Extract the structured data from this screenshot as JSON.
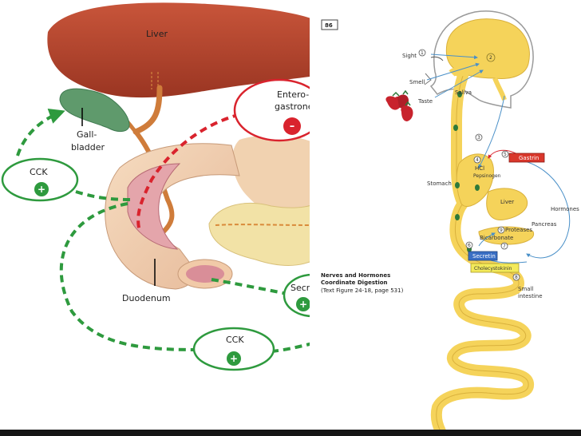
{
  "left_panel": {
    "organs": {
      "liver": "Liver",
      "gallbladder_line1": "Gall-",
      "gallbladder_line2": "bladder",
      "duodenum": "Duodenum"
    },
    "hormones": {
      "cck_left": {
        "label": "CCK",
        "effect": "+"
      },
      "enterogastrone": {
        "line1": "Entero-",
        "line2": "gastrone",
        "effect": "–"
      },
      "secretin": {
        "label": "Secre",
        "effect": "+"
      },
      "cck_bottom": {
        "label": "CCK",
        "effect": "+"
      }
    }
  },
  "right_panel": {
    "page_number": "86",
    "caption_line1": "Nerves and Hormones",
    "caption_line2": "Coordinate Digestion",
    "caption_line3": "(Text Figure 24-18, page 531)",
    "labels": {
      "sight": "Sight",
      "smell": "Smell",
      "taste": "Taste",
      "saliva": "Saliva",
      "stomach": "Stomach",
      "hcl": "HCl",
      "pepsinogen": "Pepsinogen",
      "gastrin": "Gastrin",
      "liver": "Liver",
      "hormones": "Hormones",
      "pancreas": "Pancreas",
      "proteases": "Proteases",
      "bicarbonate": "Bicarbonate",
      "secretin": "Secretin",
      "cholecystokinin": "Cholecystokinin",
      "small_intestine_1": "Small",
      "small_intestine_2": "intestine"
    },
    "steps": [
      "1",
      "2",
      "3",
      "4",
      "5",
      "6",
      "7",
      "8",
      "9"
    ]
  },
  "colors": {
    "liver": "#b8452e",
    "gallbladder": "#5f9a6c",
    "green_dash": "#2e9a3e",
    "red_dash": "#d9232d",
    "gi_yellow": "#f5d35a",
    "gastrin_box": "#d9372b",
    "secretin_box": "#3a6fc4",
    "cck_box": "#f3ea5a"
  }
}
